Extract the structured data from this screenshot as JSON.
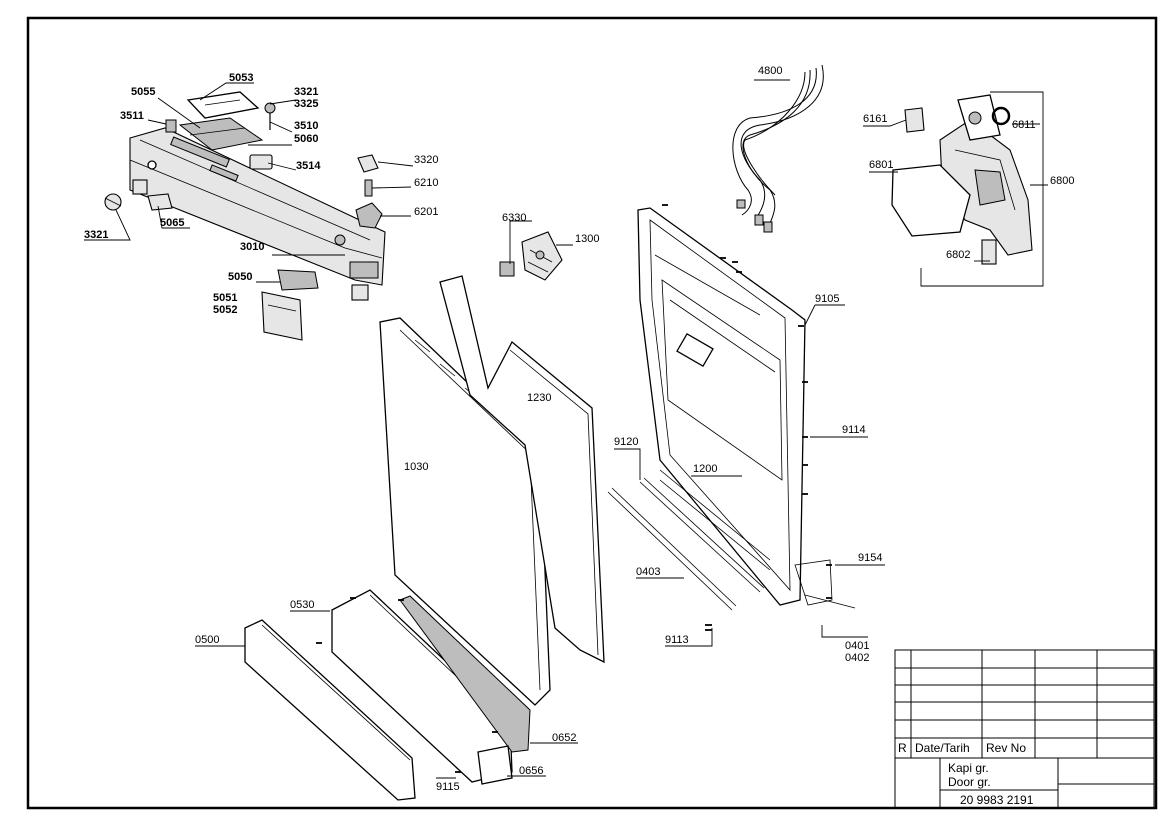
{
  "labels": {
    "l5053": "5053",
    "l3321a": "3321",
    "l3325": "3325",
    "l5055": "5055",
    "l3511": "3511",
    "l3510": "3510",
    "l5060": "5060",
    "l3514": "3514",
    "l3320": "3320",
    "l6210": "6210",
    "l6201": "6201",
    "l3321b": "3321",
    "l5065": "5065",
    "l3010": "3010",
    "l5050": "5050",
    "l5051": "5051",
    "l5052": "5052",
    "l6330": "6330",
    "l1300": "1300",
    "l4800": "4800",
    "l6161": "6161",
    "l6811": "6811",
    "l6801": "6801",
    "l6800": "6800",
    "l6802": "6802",
    "l9105": "9105",
    "l1230": "1230",
    "l1030": "1030",
    "l9114": "9114",
    "l9120": "9120",
    "l1200": "1200",
    "l9154": "9154",
    "l0403": "0403",
    "l0530": "0530",
    "l0500": "0500",
    "l9113": "9113",
    "l0401": "0401",
    "l0402": "0402",
    "l0652": "0652",
    "l0656": "0656",
    "l9115": "9115"
  },
  "title_block": {
    "rev_marker": "R",
    "date_header": "Date/Tarih",
    "rev_header": "Rev No",
    "title_tr": "Kapi gr.",
    "title_en": "Door gr.",
    "drawing_number": "20 9983 2191"
  }
}
